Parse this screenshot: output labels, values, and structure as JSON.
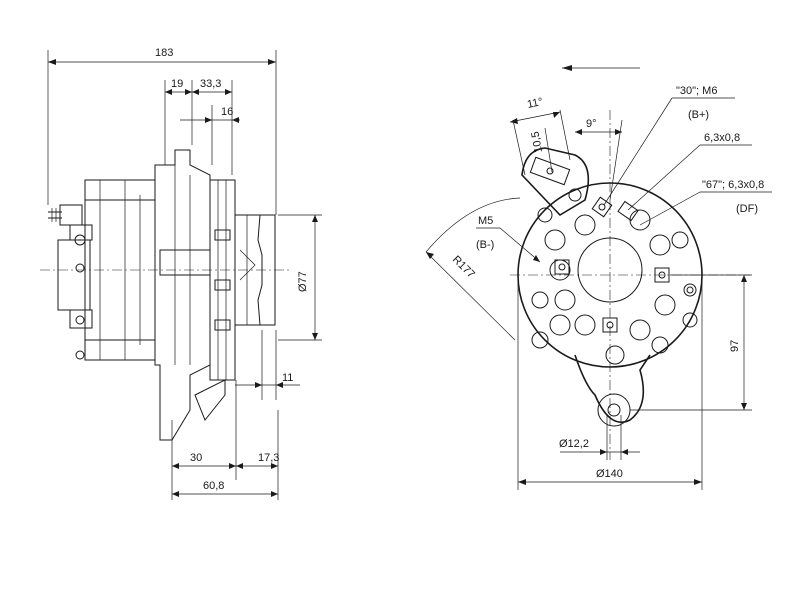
{
  "side_view": {
    "overall_length": "183",
    "dim_19": "19",
    "dim_33_3": "33,3",
    "dim_16": "16",
    "pulley_diameter": "Ø77",
    "dim_11": "11",
    "dim_30": "30",
    "dim_17_3": "17,3",
    "dim_60_8": "60,8"
  },
  "front_view": {
    "angle_11": "11°",
    "dim_10_5": "10,5",
    "angle_9": "9°",
    "terminal_30_label": "\"30\"; M6",
    "terminal_30_sub": "(B+)",
    "terminal_flat_label": "6,3x0,8",
    "terminal_67_label": "\"67\"; 6,3x0,8",
    "terminal_67_sub": "(DF)",
    "terminal_m5_label": "M5",
    "terminal_m5_sub": "(B-)",
    "radius_label": "R177",
    "height_97": "97",
    "hole_diameter": "Ø12,2",
    "body_diameter": "Ø140"
  }
}
